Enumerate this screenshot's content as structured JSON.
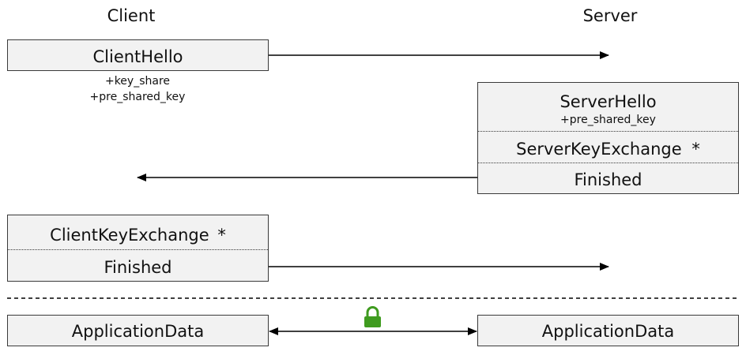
{
  "parties": {
    "client": "Client",
    "server": "Server"
  },
  "client_hello": {
    "label": "ClientHello",
    "extensions": [
      "+key_share",
      "+pre_shared_key"
    ]
  },
  "server_flight": {
    "server_hello": "ServerHello",
    "server_hello_ext": "+pre_shared_key",
    "server_key_exchange": "ServerKeyExchange",
    "server_key_exchange_marker": "*",
    "finished": "Finished"
  },
  "client_flight": {
    "client_key_exchange": "ClientKeyExchange",
    "client_key_exchange_marker": "*",
    "finished": "Finished"
  },
  "application_data": {
    "client_label": "ApplicationData",
    "server_label": "ApplicationData",
    "lock_icon": "lock-icon",
    "lock_color": "#3f9b1f"
  },
  "colors": {
    "box_fill": "#f2f2f2",
    "box_border": "#3a3a3a",
    "arrow": "#000000"
  }
}
